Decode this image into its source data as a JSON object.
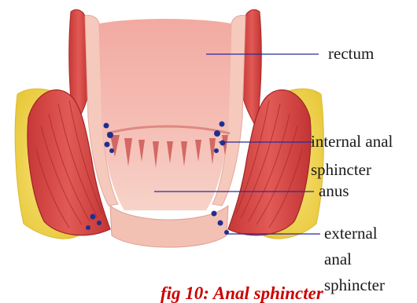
{
  "labels": {
    "rectum": "rectum",
    "internal_line1": "internal anal",
    "internal_line2": "sphincter",
    "anus": "anus",
    "external_line1": "external",
    "external_line2": "anal",
    "external_line3": "sphincter"
  },
  "caption": "fig 10: Anal sphincter",
  "colors": {
    "leader_line": "#2a2a9a",
    "caption": "#cc0000",
    "fat": "#f2d94e",
    "muscle": "#d84848",
    "mucosa": "#f1a9a0",
    "vessel_dots": "#1f2f8f"
  }
}
